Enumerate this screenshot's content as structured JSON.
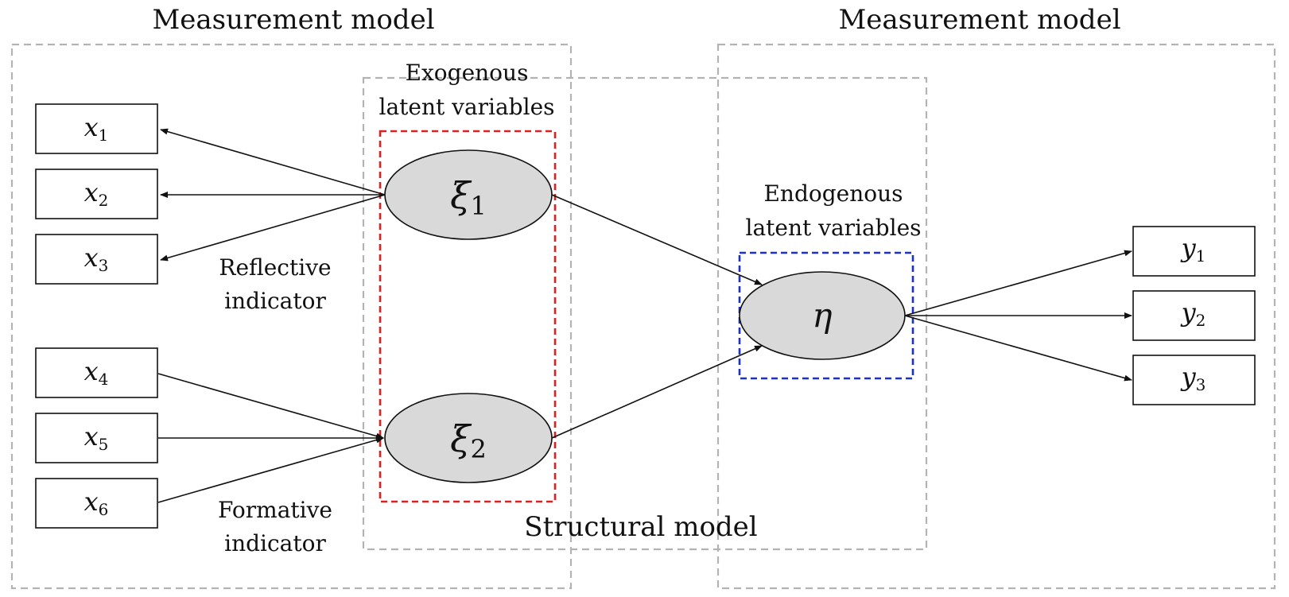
{
  "titles": {
    "left": "Measurement model",
    "right": "Measurement model",
    "structural": "Structural model"
  },
  "labels": {
    "exogenous_line1": "Exogenous",
    "exogenous_line2": "latent variables",
    "endogenous_line1": "Endogenous",
    "endogenous_line2": "latent variables",
    "reflective_line1": "Reflective",
    "reflective_line2": "indicator",
    "formative_line1": "Formative",
    "formative_line2": "indicator"
  },
  "indicators_x": [
    {
      "base": "x",
      "sub": "1"
    },
    {
      "base": "x",
      "sub": "2"
    },
    {
      "base": "x",
      "sub": "3"
    },
    {
      "base": "x",
      "sub": "4"
    },
    {
      "base": "x",
      "sub": "5"
    },
    {
      "base": "x",
      "sub": "6"
    }
  ],
  "indicators_y": [
    {
      "base": "y",
      "sub": "1"
    },
    {
      "base": "y",
      "sub": "2"
    },
    {
      "base": "y",
      "sub": "3"
    }
  ],
  "latents": {
    "xi1": {
      "base": "ξ",
      "sub": "1"
    },
    "xi2": {
      "base": "ξ",
      "sub": "2"
    },
    "eta": {
      "base": "η"
    }
  },
  "colors": {
    "exogenous_border": "#e02020",
    "endogenous_border": "#1a2fd6",
    "model_border": "#b3b3b3",
    "latent_fill": "#d9d9d9"
  }
}
